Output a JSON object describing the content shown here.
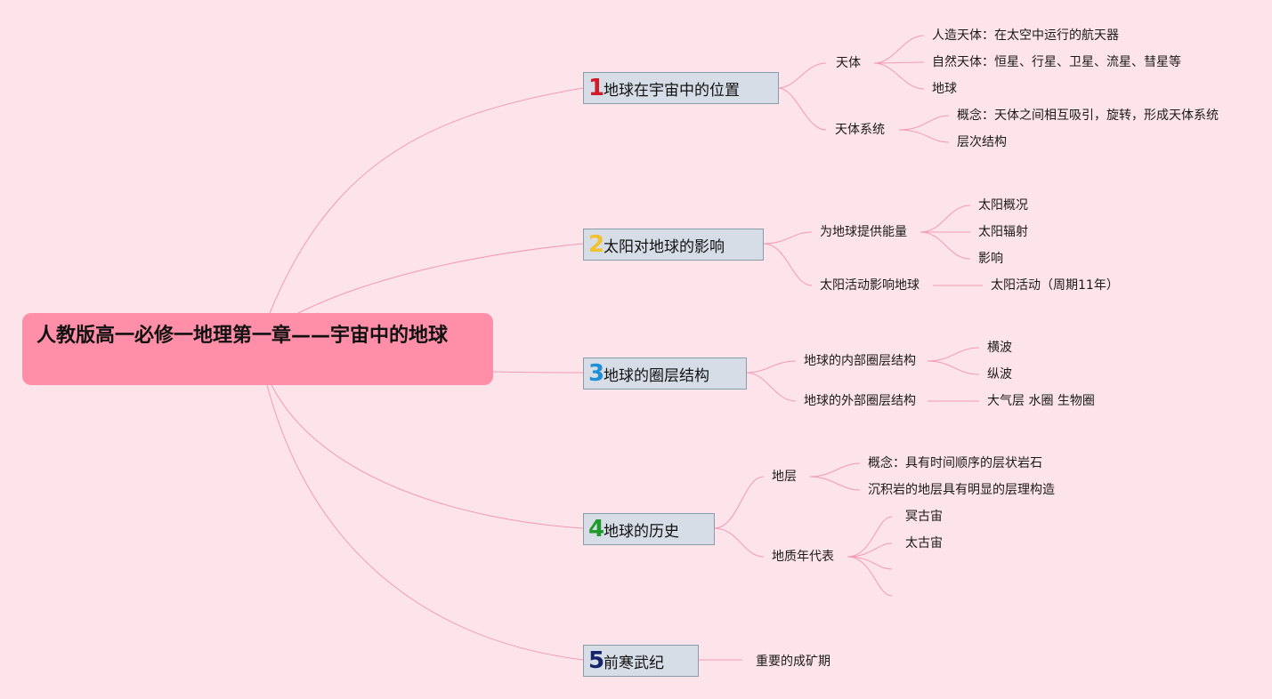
{
  "root": {
    "title": "人教版高一必修一地理第一章——宇宙中的地球"
  },
  "topics": [
    {
      "number": "1",
      "color": "#d11a2a",
      "title": "地球在宇宙中的位置"
    },
    {
      "number": "2",
      "color": "#f2c22e",
      "title": "太阳对地球的影响"
    },
    {
      "number": "3",
      "color": "#1d8fd6",
      "title": "地球的圈层结构"
    },
    {
      "number": "4",
      "color": "#1f9a2b",
      "title": "地球的历史"
    },
    {
      "number": "5",
      "color": "#16236b",
      "title": "前寒武纪"
    }
  ],
  "topic1": {
    "tianti": {
      "label": "天体",
      "children": [
        "人造天体：在太空中运行的航天器",
        "自然天体：恒星、行星、卫星、流星、彗星等",
        "地球"
      ]
    },
    "system": {
      "label": "天体系统",
      "children": [
        "概念：天体之间相互吸引，旋转，形成天体系统",
        "层次结构"
      ]
    }
  },
  "topic2": {
    "energy": {
      "label": "为地球提供能量",
      "children": [
        "太阳概况",
        "太阳辐射",
        "影响"
      ]
    },
    "activity": {
      "label": "太阳活动影响地球",
      "children": [
        "太阳活动（周期11年）"
      ]
    }
  },
  "topic3": {
    "inner": {
      "label": "地球的内部圈层结构",
      "children": [
        "横波",
        "纵波"
      ]
    },
    "outer": {
      "label": "地球的外部圈层结构",
      "children": [
        "大气层 水圈 生物圈"
      ]
    }
  },
  "topic4": {
    "strata": {
      "label": "地层",
      "children": [
        "概念：具有时间顺序的层状岩石",
        "沉积岩的地层具有明显的层理构造"
      ]
    },
    "geotime": {
      "label": "地质年代表",
      "children": [
        "冥古宙",
        "太古宙"
      ]
    }
  },
  "topic5": {
    "item": {
      "label": "重要的成矿期"
    }
  }
}
